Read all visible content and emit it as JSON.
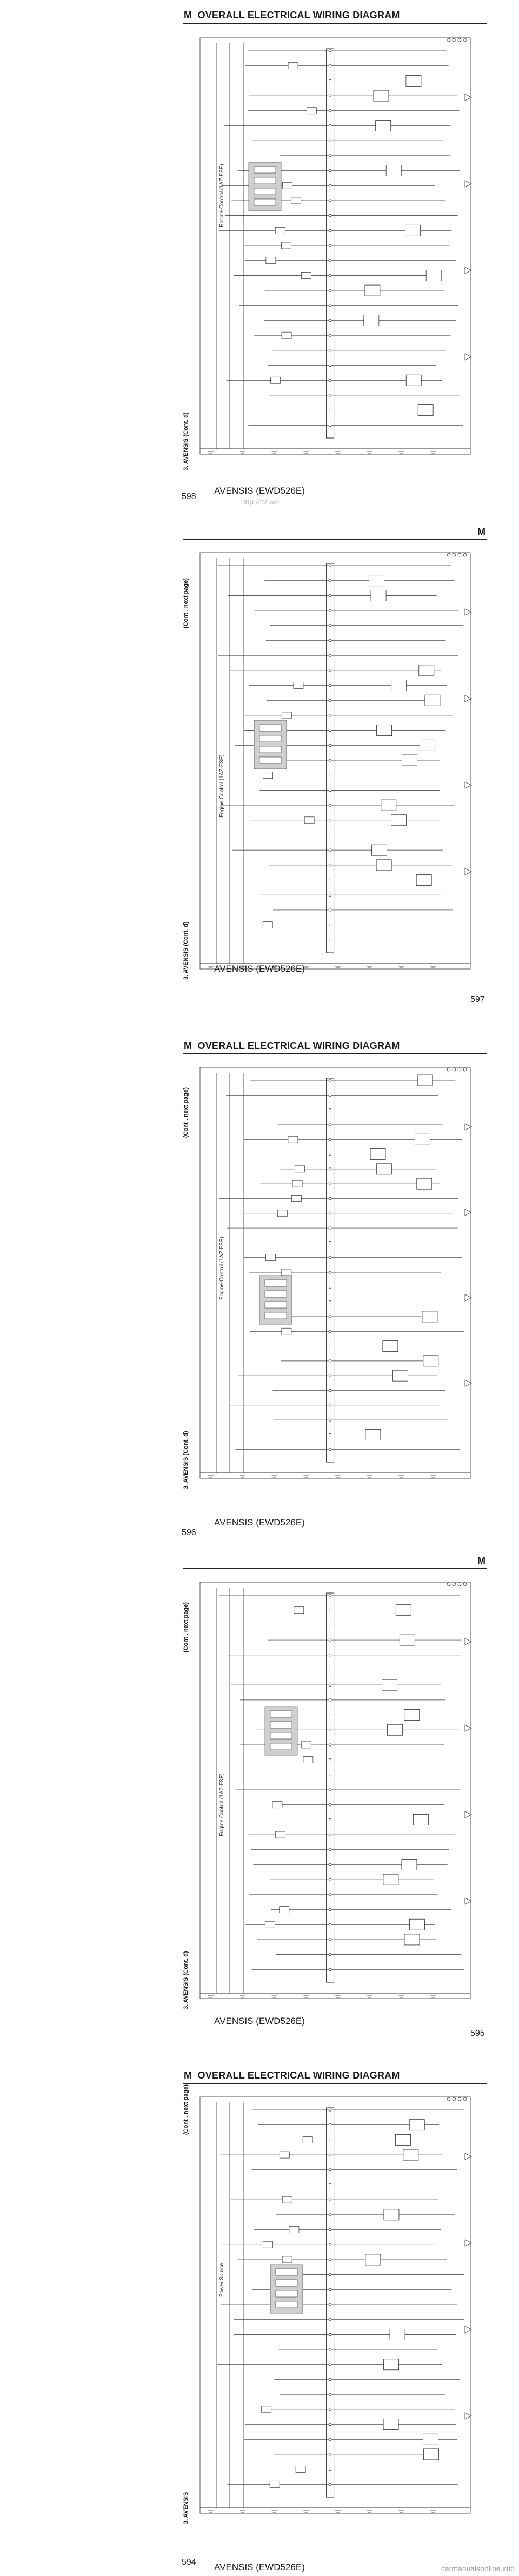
{
  "header": {
    "letter": "M",
    "title": "OVERALL ELECTRICAL WIRING DIAGRAM"
  },
  "footer": {
    "model": "AVENSIS (EWD526E)"
  },
  "watermark": "http://ttz.se",
  "corner_watermark": "carmanualsonline.info",
  "pages": [
    {
      "number": "598",
      "side_label": "3. AVENSIS (Cont. d)",
      "section_label": "Engine Control (1AZ-FSE)"
    },
    {
      "number": "597",
      "side_label": "3. AVENSIS (Cont. d)",
      "section_label": "Engine Control (1AZ-FSE)",
      "cont_label": "(Cont . next page)"
    },
    {
      "number": "596",
      "side_label": "3. AVENSIS (Cont. d)",
      "section_label": "Engine Control (1AZ-FSE)",
      "cont_label": "(Cont . next page)"
    },
    {
      "number": "595",
      "side_label": "3. AVENSIS (Cont. d)",
      "section_label": "Engine Control (1AZ-FSE)",
      "cont_label": "(Cont . next page)"
    },
    {
      "number": "594",
      "side_label": "3. AVENSIS",
      "section_label": "Power Source",
      "cont_label": "(Cont . next page)"
    }
  ],
  "colors": {
    "line": "#2b2b2b",
    "relay_shade": "#cfcfcf",
    "watermark": "#b8b8b8"
  }
}
